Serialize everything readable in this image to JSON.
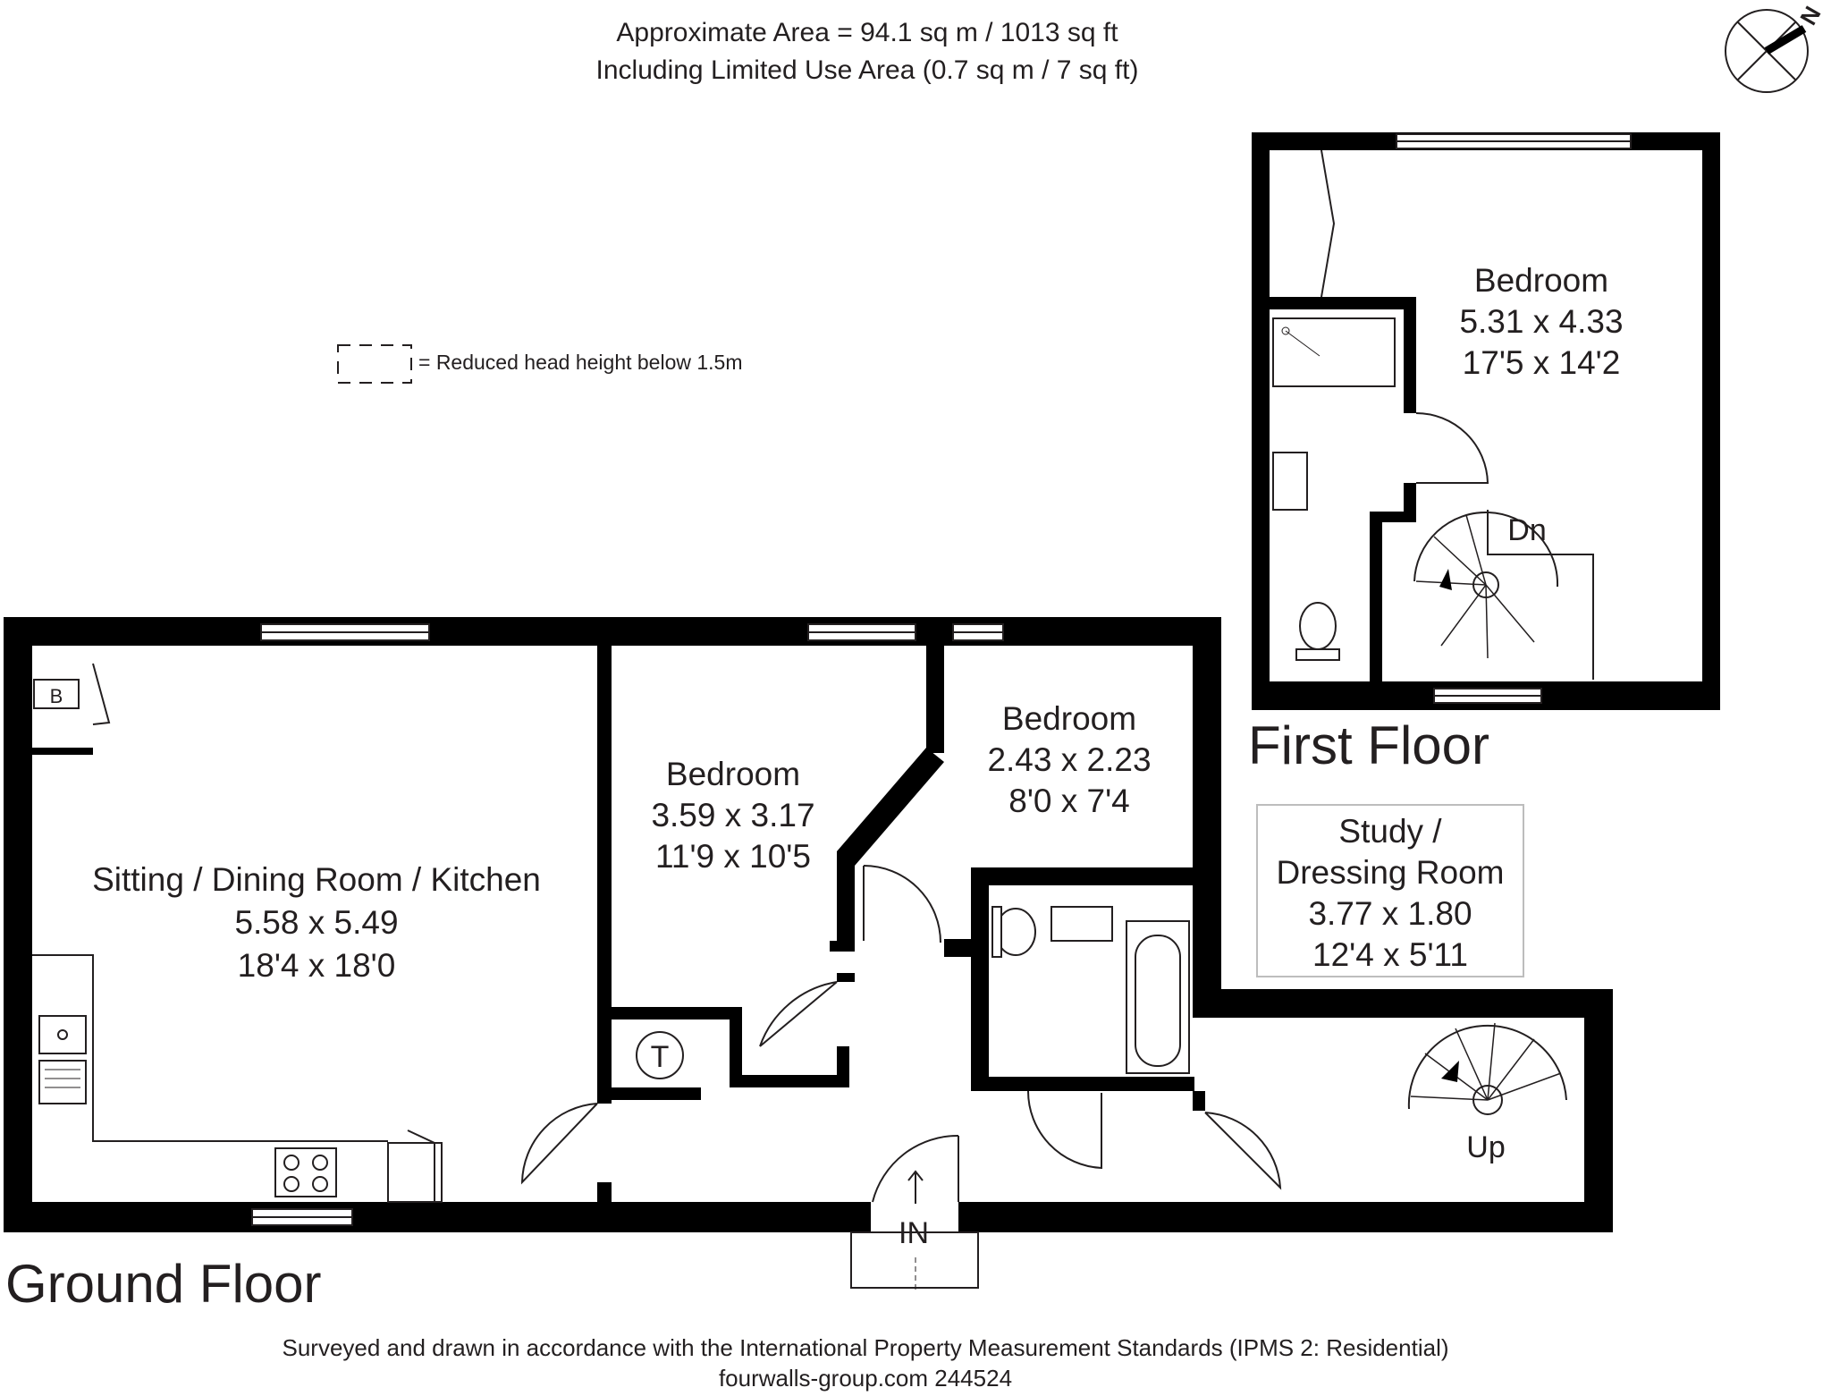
{
  "header": {
    "area_line": "Approximate  Area = 94.1 sq m / 1013 sq ft",
    "limited_use_line": "Including Limited Use Area (0.7 sq m / 7 sq ft)"
  },
  "legend": {
    "text": "= Reduced head height below 1.5m"
  },
  "compass": {
    "letter": "N"
  },
  "ground_floor": {
    "title": "Ground Floor",
    "rooms": [
      {
        "name": "Sitting / Dining Room / Kitchen",
        "metric": "5.58 x 5.49",
        "imperial": "18'4 x 18'0"
      },
      {
        "name": "Bedroom",
        "metric": "3.59 x 3.17",
        "imperial": "11'9 x 10'5"
      },
      {
        "name": "Bedroom",
        "metric": "2.43 x 2.23",
        "imperial": "8'0 x 7'4"
      },
      {
        "name_line1": "Study /",
        "name_line2": "Dressing Room",
        "metric": "3.77 x 1.80",
        "imperial": "12'4 x 5'11"
      }
    ],
    "labels": {
      "boiler": "B",
      "tank": "T",
      "entrance": "IN",
      "stairs_up": "Up"
    }
  },
  "first_floor": {
    "title": "First Floor",
    "rooms": [
      {
        "name": "Bedroom",
        "metric": "5.31 x 4.33",
        "imperial": "17'5 x 14'2"
      }
    ],
    "labels": {
      "stairs_down": "Dn"
    }
  },
  "footer": {
    "standards_line": "Surveyed and drawn in accordance with the International Property Measurement Standards (IPMS 2: Residential)",
    "reference_line": "fourwalls-group.com 244524"
  }
}
